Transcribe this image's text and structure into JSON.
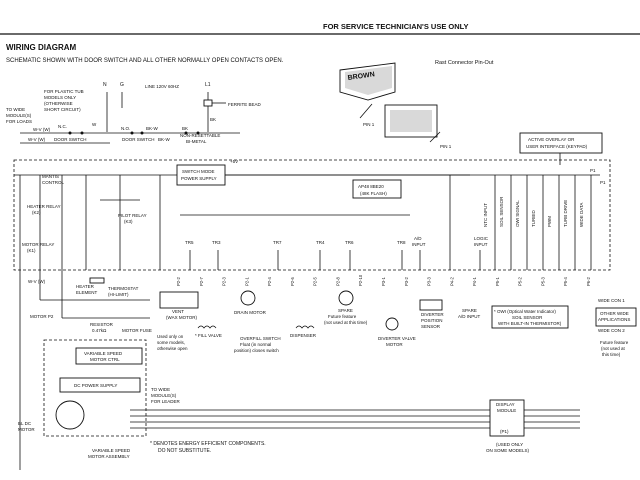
{
  "header": {
    "service": "FOR SERVICE TECHNICIAN'S USE ONLY"
  },
  "title": "WIRING DIAGRAM",
  "subtitle": "SCHEMATIC SHOWN WITH DOOR SWITCH AND ALL OTHER NORMALLY OPEN CONTACTS OPEN.",
  "connector": {
    "title": "Rast Connector Pin-Out",
    "brand": "BROWN",
    "pin1a": "PIN 1",
    "pin1b": "PIN 1"
  },
  "top": {
    "plastic_tub": [
      "FOR PLASTIC TUB",
      "MODELS ONLY",
      "(OTHERWISE",
      "SHORT CIRCUIT)"
    ],
    "to_wide": [
      "TO WIDE",
      "MODULE(S)",
      "FOR LOADS"
    ],
    "n": "N",
    "g": "G",
    "l1": "L1",
    "line": "LINE 120V 60HZ",
    "ferrite": "FERRITE BEAD",
    "wv": "W-V (W)",
    "wv2": "W-V (W)",
    "w": "W",
    "nc": "N.C.",
    "no": "N.O.",
    "door": "DOOR SWITCH",
    "door2": "DOOR SWITCH",
    "bkw": "BK-W",
    "bkw2": "BK-W",
    "bk": "BK",
    "bk2": "BK",
    "bimetal": [
      "NON-RESETTABLE",
      "BI-METAL"
    ],
    "overlay": [
      "ACTIVE OVERLAY OR",
      "USER INTERFACE (KEYPAD)"
    ],
    "p1": "P1",
    "p1b": "P1"
  },
  "control": {
    "mantis": [
      "MANTIS",
      "CONTROL"
    ],
    "heater_relay": [
      "HEATER RELAY",
      "(K2)"
    ],
    "motor_relay": [
      "MOTOR RELAY",
      "(K1)"
    ],
    "pilot": [
      "PILOT RELAY",
      "(K3)"
    ],
    "smps": [
      "SWITCH MODE",
      "POWER SUPPLY"
    ],
    "v5": "+5V",
    "ap": [
      "AP48 8BE20",
      "(48K FLASH)"
    ],
    "tr5": "TR5",
    "tr3": "TR3",
    "tr7": "TR7",
    "tr4": "TR4",
    "tr6": "TR6",
    "tr8": "TR8",
    "ad": [
      "A/D",
      "INPUT"
    ],
    "logic": [
      "LOGIC",
      "INPUT"
    ],
    "vert": [
      "NTC INPUT",
      "SOIL SENSOR",
      "OWI SIGNAL",
      "TURBID",
      "PWM",
      "TURB DRIVE",
      "WIDE DATA"
    ]
  },
  "pins": [
    "P2-2",
    "P2-7",
    "P2-3",
    "P2-1",
    "P2-4",
    "P2-6",
    "P2-5",
    "P2-8",
    "P2-10",
    "P3-1",
    "P3-2",
    "P3-3",
    "P4-2",
    "P4-1",
    "P5-1",
    "P5-2",
    "P5-3",
    "P5-4",
    "P6-2"
  ],
  "loads": {
    "wv_left": "W-V (W)",
    "motor_p2": "MOTOR P2",
    "heater": [
      "HEATER",
      "ELEMENT"
    ],
    "thermostat": [
      "THERMOSTAT",
      "(HI-LIMIT)"
    ],
    "resistor": [
      "RESISTOR",
      "0.47kΩ"
    ],
    "fuse": "MOTOR FUSE",
    "vent": [
      "VENT",
      "(WAX MOTOR)"
    ],
    "drain": "DRAIN MOTOR",
    "spare": [
      "SPARE",
      "Future feature",
      "(not used at this time)"
    ],
    "diverter_pos": [
      "DIVERTER",
      "POSITION",
      "SENSOR"
    ],
    "spare_ad": [
      "SPARE",
      "A/D INPUT"
    ],
    "owi": [
      "* OWI (Optical Water Indicator)",
      "SOIL SENSOR",
      "WITH BUILT-IN THERMISTOR)"
    ],
    "wide1": "WIDE CON 1",
    "wide2": "WIDE CON 2",
    "wide_apps": [
      "OTHER WIDE",
      "APPLICATIONS"
    ],
    "future": [
      "Future feature",
      "(not used at",
      "this time)"
    ],
    "vsm": [
      "VARIABLE SPEED",
      "MOTOR CTRL"
    ],
    "dcps": "DC POWER SUPPLY",
    "bldc": [
      "BL DC",
      "MOTOR"
    ],
    "vsma": [
      "VARIABLE SPEED",
      "MOTOR ASSEMBLY"
    ],
    "used_only": [
      "Used only on",
      "some models,",
      "otherwise open"
    ],
    "fill": "* FILL VALVE",
    "overfill": [
      "OVERFILL SWITCH",
      "Float (in normal",
      "position) closes switch"
    ],
    "dispenser": "DISPENSER",
    "diverter_motor": [
      "DIVERTER VALVE",
      "MOTOR"
    ],
    "to_wide2": [
      "TO WIDE",
      "MODULE(S)",
      "FOR LEADER"
    ],
    "display": [
      "DISPLAY",
      "MODULE",
      "(P1)"
    ],
    "used_some": [
      "(USED ONLY",
      "ON SOME MODELS)"
    ],
    "footnote": [
      "* DENOTES ENERGY EFFICIENT COMPONENTS.",
      "DO NOT SUBSTITUTE."
    ]
  }
}
